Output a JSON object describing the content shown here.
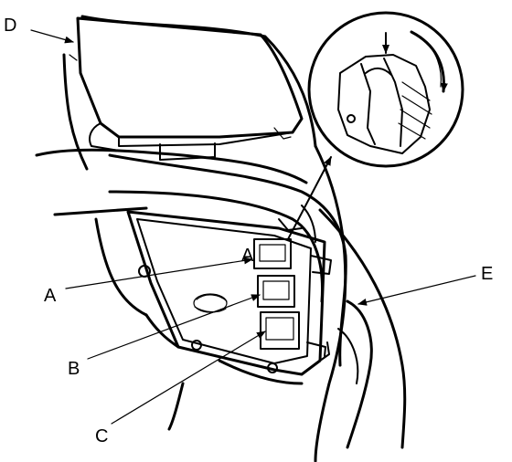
{
  "callouts": {
    "A": "A",
    "B": "B",
    "C": "C",
    "D": "D",
    "E": "E"
  },
  "connector_marking": "A"
}
